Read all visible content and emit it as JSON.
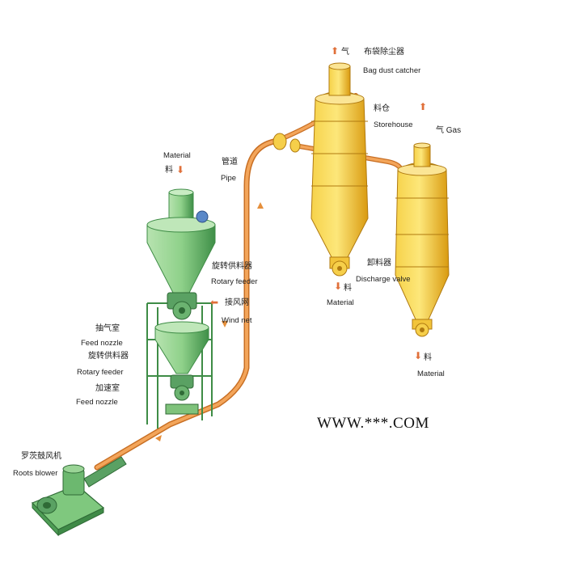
{
  "labels": {
    "material_in_en": "Material",
    "material_in_zh": "料",
    "pipe_zh": "管道",
    "pipe_en": "Pipe",
    "rotary_feeder_upper_zh": "旋转供料器",
    "rotary_feeder_upper_en": "Rotary feeder",
    "wind_net_zh": "接风网",
    "wind_net_en": "Wind net",
    "suction_chamber_zh": "抽气室",
    "suction_chamber_en": "Feed nozzle",
    "rotary_feeder_lower_zh": "旋转供料器",
    "rotary_feeder_lower_en": "Rotary feeder",
    "accel_chamber_zh": "加速室",
    "accel_chamber_en": "Feed nozzle",
    "roots_blower_zh": "罗茨鼓风机",
    "roots_blower_en": "Roots blower",
    "gas_top_zh": "气",
    "bag_dust_zh": "布袋除尘器",
    "bag_dust_en": "Bag dust catcher",
    "storehouse_zh": "料仓",
    "storehouse_en": "Storehouse",
    "gas_right": "气 Gas",
    "discharge_zh": "卸料器",
    "discharge_en": "Discharge valve",
    "material_out1_zh": "料",
    "material_out1_en": "Material",
    "material_out2_zh": "料",
    "material_out2_en": "Material",
    "website": "WWW.***.COM"
  },
  "colors": {
    "pipe": "#e58f3c",
    "silo": "#f3c21d",
    "silo_shade": "#d89b0c",
    "feeder": "#8ccf86",
    "feeder_shade": "#4e9d55",
    "blower": "#78bf7a"
  }
}
